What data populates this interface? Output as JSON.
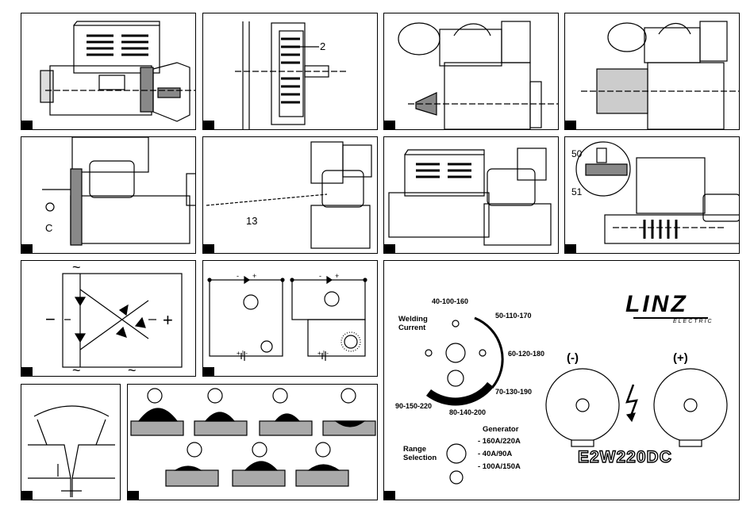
{
  "callouts": {
    "p2": "2",
    "p6": "13",
    "p5": "C",
    "p8_top": "50",
    "p8_bottom": "51"
  },
  "circuit": {
    "tilde_top": "~",
    "tilde_bl": "~",
    "tilde_br": "~",
    "minus": "−",
    "plus": "+"
  },
  "lamp": {
    "d1_minus": "-",
    "d1_plus": "+",
    "d2_minus": "-",
    "d2_plus": "+",
    "b1": "+ | -",
    "b2": "+ | -"
  },
  "panel_face": {
    "brand": "LINZ",
    "brand_sub": "ELECTRIC",
    "model": "E2W220DC",
    "welding_current_label": "Welding Current",
    "dial_values": [
      "40-100-160",
      "50-110-170",
      "60-120-180",
      "70-130-190",
      "80-140-200",
      "90-150-220"
    ],
    "range_selection_label": "Range Selection",
    "generator_label": "Generator",
    "generator_items": [
      "- 160A/220A",
      "- 40A/90A",
      "- 100A/150A"
    ],
    "neg_terminal": "(-)",
    "pos_terminal": "(+)"
  },
  "colors": {
    "ink": "#000000",
    "plate": "#a9a9a9",
    "paper": "#ffffff"
  }
}
